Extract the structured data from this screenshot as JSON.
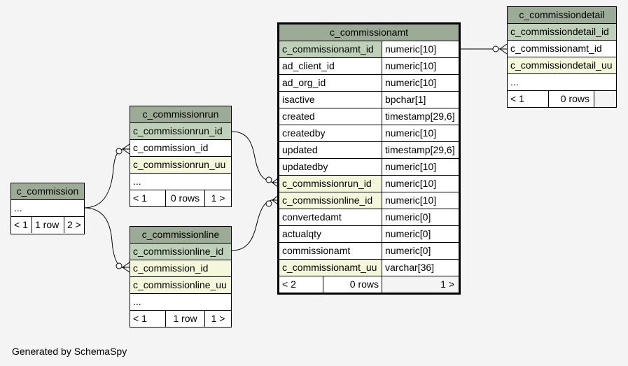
{
  "footer_note": "Generated by SchemaSpy",
  "tables": {
    "c_commission": {
      "name": "c_commission",
      "rows": [
        "..."
      ],
      "footer": {
        "parents": "< 1",
        "count": "1 row",
        "children": "2 >"
      }
    },
    "c_commissionrun": {
      "name": "c_commissionrun",
      "rows": [
        "c_commissionrun_id",
        "c_commission_id",
        "c_commissionrun_uu",
        "..."
      ],
      "footer": {
        "parents": "< 1",
        "count": "0 rows",
        "children": "1 >"
      }
    },
    "c_commissionline": {
      "name": "c_commissionline",
      "rows": [
        "c_commissionline_id",
        "c_commission_id",
        "c_commissionline_uu",
        "..."
      ],
      "footer": {
        "parents": "< 1",
        "count": "1 row",
        "children": "1 >"
      }
    },
    "c_commissiondetail": {
      "name": "c_commissiondetail",
      "rows": [
        "c_commissiondetail_id",
        "c_commissionamt_id",
        "c_commissiondetail_uu",
        "..."
      ],
      "footer": {
        "parents": "< 1",
        "count": "0 rows"
      }
    },
    "c_commissionamt": {
      "name": "c_commissionamt",
      "columns": [
        {
          "name": "c_commissionamt_id",
          "type": "numeric[10]"
        },
        {
          "name": "ad_client_id",
          "type": "numeric[10]"
        },
        {
          "name": "ad_org_id",
          "type": "numeric[10]"
        },
        {
          "name": "isactive",
          "type": "bpchar[1]"
        },
        {
          "name": "created",
          "type": "timestamp[29,6]"
        },
        {
          "name": "createdby",
          "type": "numeric[10]"
        },
        {
          "name": "updated",
          "type": "timestamp[29,6]"
        },
        {
          "name": "updatedby",
          "type": "numeric[10]"
        },
        {
          "name": "c_commissionrun_id",
          "type": "numeric[10]"
        },
        {
          "name": "c_commissionline_id",
          "type": "numeric[10]"
        },
        {
          "name": "convertedamt",
          "type": "numeric[0]"
        },
        {
          "name": "actualqty",
          "type": "numeric[0]"
        },
        {
          "name": "commissionamt",
          "type": "numeric[0]"
        },
        {
          "name": "c_commissionamt_uu",
          "type": "varchar[36]"
        }
      ],
      "footer": {
        "parents": "< 2",
        "count": "0 rows",
        "children": "1 >"
      }
    }
  }
}
